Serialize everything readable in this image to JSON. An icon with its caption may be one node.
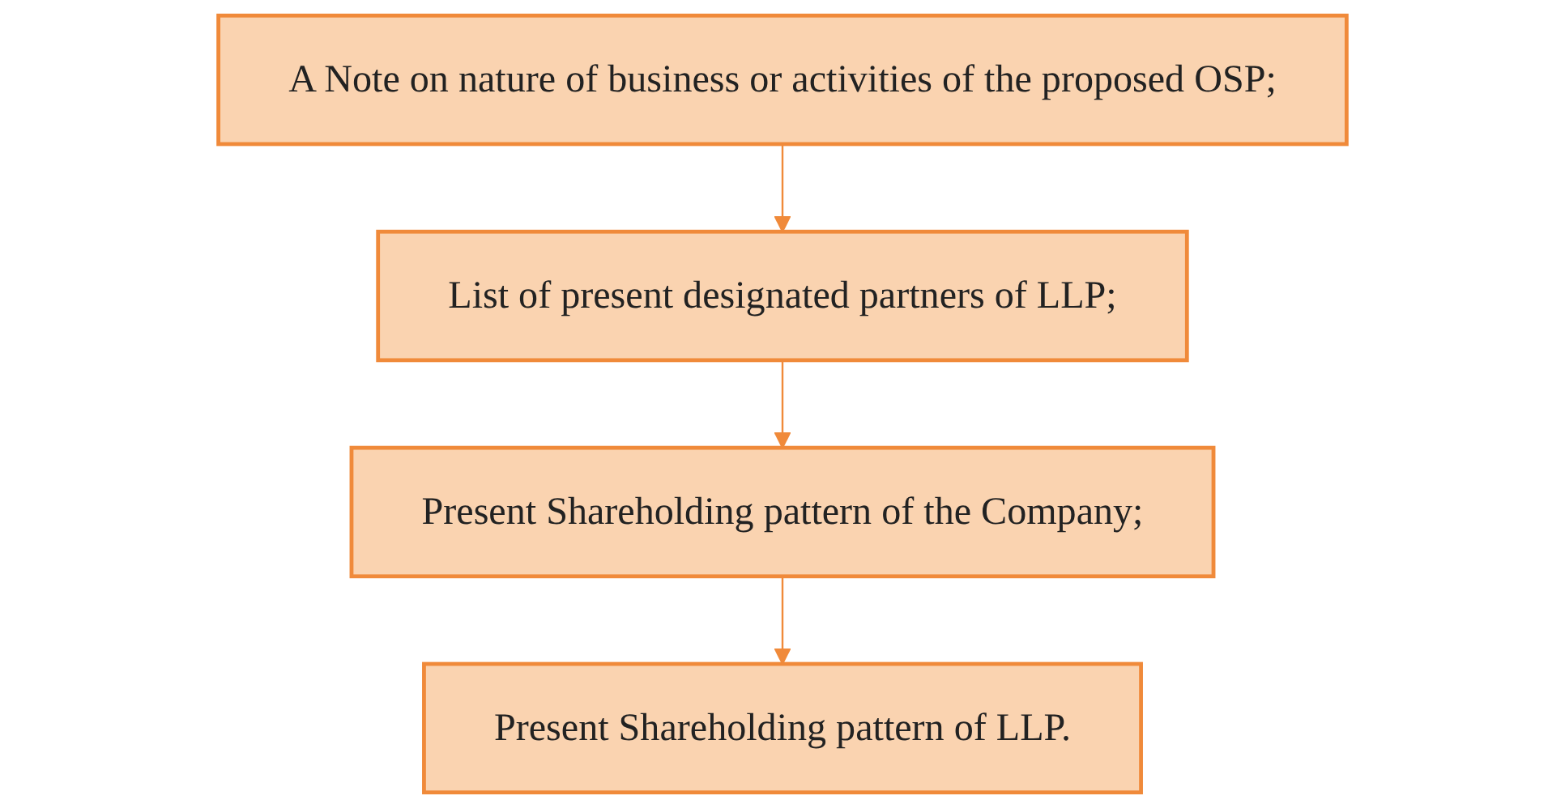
{
  "diagram": {
    "nodes": [
      {
        "text": [
          "A Note on nature of business or activities of the proposed OSP;"
        ]
      },
      {
        "text": [
          "List of present designated partners of LLP;"
        ]
      },
      {
        "text": [
          "Present Shareholding pattern of the Company;"
        ]
      },
      {
        "text": [
          "Present Shareholding pattern of LLP."
        ]
      }
    ],
    "edges": [
      {
        "from": 0,
        "to": 1,
        "arrow": "to"
      },
      {
        "from": 1,
        "to": 2,
        "arrow": "to"
      },
      {
        "from": 2,
        "to": 3,
        "arrow": "to"
      }
    ]
  }
}
